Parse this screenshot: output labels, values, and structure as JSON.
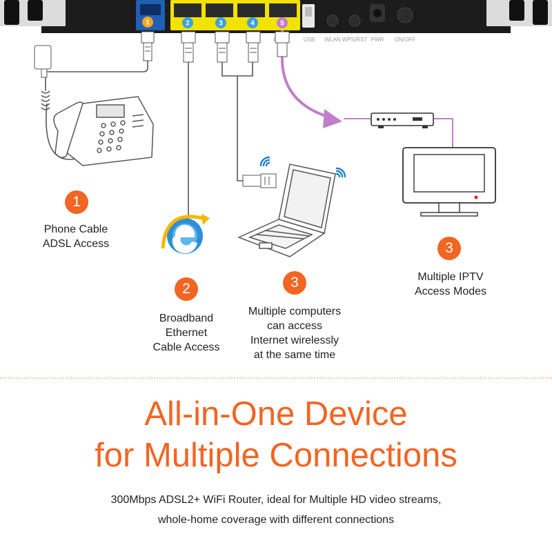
{
  "router": {
    "ports": [
      {
        "number": "1",
        "color": "#f5a623"
      },
      {
        "number": "2",
        "color": "#3aa0e0"
      },
      {
        "number": "3",
        "color": "#3aa0e0"
      },
      {
        "number": "4",
        "color": "#3aa0e0"
      },
      {
        "number": "5",
        "color": "#c17fc8"
      }
    ],
    "labels": [
      "4/TV",
      "USB",
      "WLAN",
      "WPS/RST",
      "PWR",
      "ON/OFF"
    ]
  },
  "features": [
    {
      "badge": "1",
      "lines": [
        "Phone Cable",
        "ADSL Access"
      ]
    },
    {
      "badge": "2",
      "lines": [
        "Broadband",
        "Ethernet",
        "Cable Access"
      ]
    },
    {
      "badge": "3",
      "lines": [
        "Multiple computers",
        "can access",
        "Internet wirelessly",
        "at the same time"
      ]
    },
    {
      "badge": "3",
      "lines": [
        "Multiple IPTV",
        "Access Modes"
      ]
    }
  ],
  "headline": [
    "All-in-One Device",
    "for Multiple Connections"
  ],
  "subheadline": [
    "300Mbps ADSL2+ WiFi Router, ideal for Multiple HD video streams,",
    "whole-home coverage with different connections"
  ],
  "colors": {
    "accent": "#f26522",
    "iptv_cable": "#c17fc8",
    "lan_port": "#3aa0e0",
    "phone_port": "#f5a623",
    "port_housing": "#f2e200"
  }
}
